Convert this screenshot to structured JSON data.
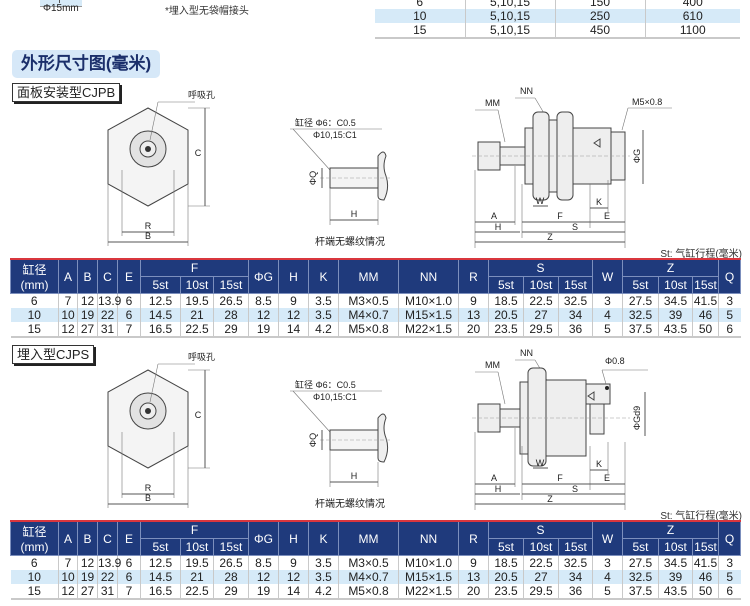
{
  "top_left_fragment": {
    "bore": "15",
    "diameter": "Φ15mm"
  },
  "top_note": "*埋入型无袋帽接头",
  "spec_table": {
    "rows": [
      [
        "6",
        "5,10,15",
        "150",
        "400"
      ],
      [
        "10",
        "5,10,15",
        "250",
        "610"
      ],
      [
        "15",
        "5,10,15",
        "450",
        "1100"
      ]
    ]
  },
  "section_title": "外形尺寸图(毫米)",
  "colors": {
    "header_bg": "#1f3a7c",
    "header_top_border": "#d9363e",
    "highlight_row": "#d6eaf8",
    "title_bg": "#d6e8f8"
  },
  "sections": [
    {
      "title": "面板安装型CJPB",
      "labels": {
        "breath_hole": "呼吸孔",
        "R": "R",
        "B": "B",
        "C": "C",
        "chamfer1": "缸径 Φ6：C0.5",
        "chamfer2": "Φ10,15:C1",
        "Q": "ΦQ",
        "H": "H",
        "caption": "杆端无螺纹情况",
        "MM": "MM",
        "NN": "NN",
        "port": "M5×0.8",
        "G": "ΦG",
        "A": "A",
        "W": "W",
        "F": "F",
        "K": "K",
        "E": "E",
        "S": "S",
        "Z": "Z"
      },
      "stroke_note": "St: 气缸行程(毫米)"
    },
    {
      "title": "埋入型CJPS",
      "labels": {
        "breath_hole": "呼吸孔",
        "R": "R",
        "B": "B",
        "C": "C",
        "chamfer1": "缸径 Φ6：C0.5",
        "chamfer2": "Φ10,15:C1",
        "Q": "ΦQ",
        "H": "H",
        "caption": "杆端无螺纹情况",
        "MM": "MM",
        "NN": "NN",
        "port": "Φ0.8",
        "G": "ΦGd9",
        "A": "A",
        "W": "W",
        "F": "F",
        "K": "K",
        "E": "E",
        "S": "S",
        "Z": "Z"
      },
      "stroke_note": "St: 气缸行程(毫米)"
    }
  ],
  "dim_table": {
    "header_top": [
      "缸径\n(mm)",
      "A",
      "B",
      "C",
      "E",
      "F",
      "ΦG",
      "H",
      "K",
      "MM",
      "NN",
      "R",
      "S",
      "W",
      "Z",
      "Q"
    ],
    "bore_header": [
      "缸径",
      "(mm)"
    ],
    "sub": [
      "5st",
      "10st",
      "15st"
    ],
    "rows": [
      [
        "6",
        "7",
        "12",
        "13.9",
        "6",
        "12.5",
        "19.5",
        "26.5",
        "8.5",
        "9",
        "3.5",
        "M3×0.5",
        "M10×1.0",
        "9",
        "18.5",
        "22.5",
        "32.5",
        "3",
        "27.5",
        "34.5",
        "41.5",
        "3"
      ],
      [
        "10",
        "10",
        "19",
        "22",
        "6",
        "14.5",
        "21",
        "28",
        "12",
        "12",
        "3.5",
        "M4×0.7",
        "M15×1.5",
        "13",
        "20.5",
        "27",
        "34",
        "4",
        "32.5",
        "39",
        "46",
        "5"
      ],
      [
        "15",
        "12",
        "27",
        "31",
        "7",
        "16.5",
        "22.5",
        "29",
        "19",
        "14",
        "4.2",
        "M5×0.8",
        "M22×1.5",
        "20",
        "23.5",
        "29.5",
        "36",
        "5",
        "37.5",
        "43.5",
        "50",
        "6"
      ]
    ]
  }
}
